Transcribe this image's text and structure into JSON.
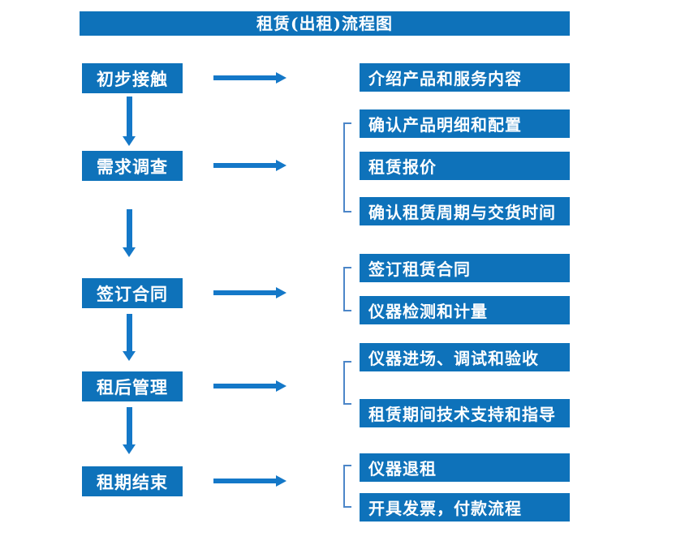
{
  "title": "租赁(出租)流程图",
  "colors": {
    "primary": "#0E72BA",
    "arrow": "#1478C8",
    "bracket": "#4C86C8",
    "text": "#FFFFFF",
    "background": "#FFFFFF"
  },
  "flow": {
    "steps": [
      {
        "label": "初步接触",
        "outputs": [
          "介绍产品和服务内容"
        ]
      },
      {
        "label": "需求调查",
        "outputs": [
          "确认产品明细和配置",
          "租赁报价",
          "确认租赁周期与交货时间"
        ]
      },
      {
        "label": "签订合同",
        "outputs": [
          "签订租赁合同",
          "仪器检测和计量"
        ]
      },
      {
        "label": "租后管理",
        "outputs": [
          "仪器进场、调试和验收",
          "租赁期间技术支持和指导"
        ]
      },
      {
        "label": "租期结束",
        "outputs": [
          "仪器退租",
          "开具发票，付款流程"
        ]
      }
    ]
  }
}
